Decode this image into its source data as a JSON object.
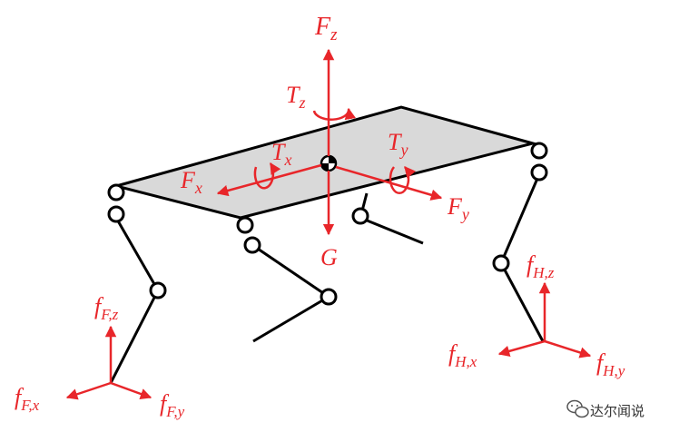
{
  "diagram": {
    "body_force_labels": {
      "Fz": {
        "main": "F",
        "sub": "z"
      },
      "Tz": {
        "main": "T",
        "sub": "z"
      },
      "Tx": {
        "main": "T",
        "sub": "x"
      },
      "Ty": {
        "main": "T",
        "sub": "y"
      },
      "Fx": {
        "main": "F",
        "sub": "x"
      },
      "Fy": {
        "main": "F",
        "sub": "y"
      },
      "G": {
        "main": "G",
        "sub": ""
      }
    },
    "front_foot_labels": {
      "z": {
        "main": "f",
        "sub": "F,z"
      },
      "x": {
        "main": "f",
        "sub": "F,x"
      },
      "y": {
        "main": "f",
        "sub": "F,y"
      }
    },
    "hind_foot_labels": {
      "z": {
        "main": "f",
        "sub": "H,z"
      },
      "x": {
        "main": "f",
        "sub": "H,x"
      },
      "y": {
        "main": "f",
        "sub": "H,y"
      }
    },
    "colors": {
      "force": "#e8262a",
      "body_fill": "#d9d9d9",
      "structure": "#000000"
    }
  },
  "watermark": {
    "text": "达尔闻说",
    "icon": "wechat-icon"
  }
}
